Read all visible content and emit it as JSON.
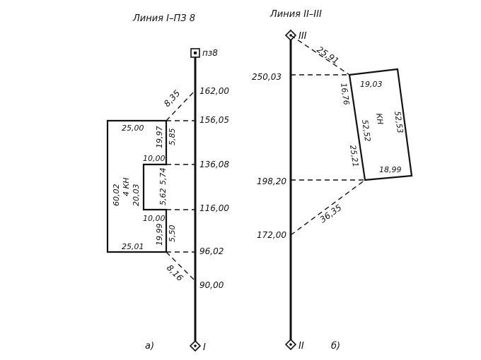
{
  "diagram_a": {
    "title": "Линия I–ПЗ 8",
    "top_station": "пз8",
    "bottom_station": "I",
    "caption": "а)",
    "chainages": {
      "c162": "162,00",
      "c156": "156,05",
      "c136": "136,08",
      "c116": "116,00",
      "c96": "96,02",
      "c90": "90,00"
    },
    "offsets": {
      "top_diag": "8,35",
      "bottom_diag": "8,16",
      "upper_width": "25,00",
      "upper_side": "19,97",
      "upper_off": "5,85",
      "step_top": "10,00",
      "inner_top": "5,74",
      "inner_height": "20,03",
      "inner_low": "5,62",
      "step_bottom": "10,00",
      "lower_side": "19,99",
      "lower_off": "5,50",
      "lower_width": "25,01",
      "outer_height": "60,02"
    },
    "building_label": "4 КН"
  },
  "diagram_b": {
    "title": "Линия II–III",
    "top_station": "III",
    "bottom_station": "II",
    "caption": "б)",
    "chainages": {
      "c250": "250,03",
      "c198": "198,20",
      "c172": "172,00"
    },
    "offsets": {
      "top_diag": "25,91",
      "top_left": "16,76",
      "top_side": "19,03",
      "right_side": "52,53",
      "left_side": "52,52",
      "lower_left": "25,21",
      "bottom_side": "18,99",
      "bottom_diag": "36,35"
    },
    "building_label": "КН"
  }
}
